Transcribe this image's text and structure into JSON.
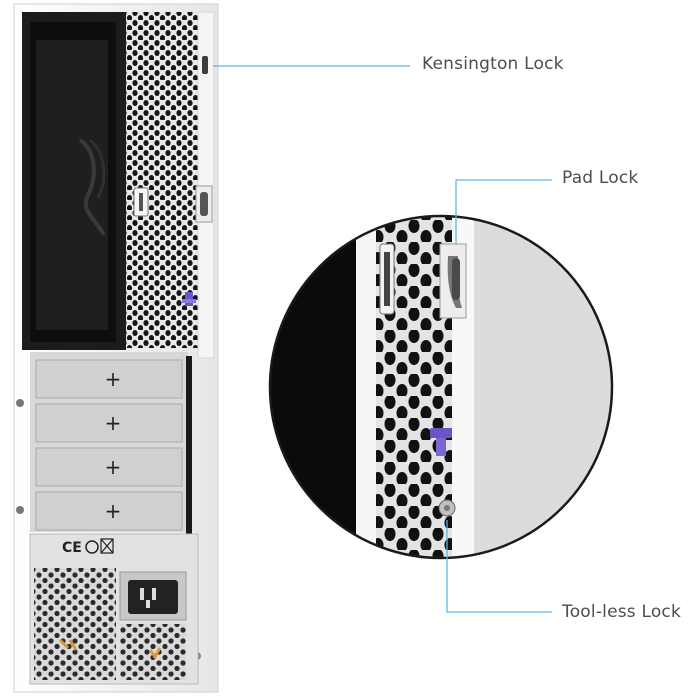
{
  "callouts": {
    "kensington_lock": "Kensington Lock",
    "pad_lock": "Pad Lock",
    "tool_less_lock": "Tool-less Lock"
  },
  "case_markings": {
    "slot_plus": "+",
    "cert_ce": "CE"
  },
  "colors": {
    "accent_line": "#5fb3e8",
    "case_white": "#f2f2f2",
    "dark_interior": "#1c1c1c",
    "lock_purple": "#6b55c9",
    "label_text": "#4a4d55"
  }
}
